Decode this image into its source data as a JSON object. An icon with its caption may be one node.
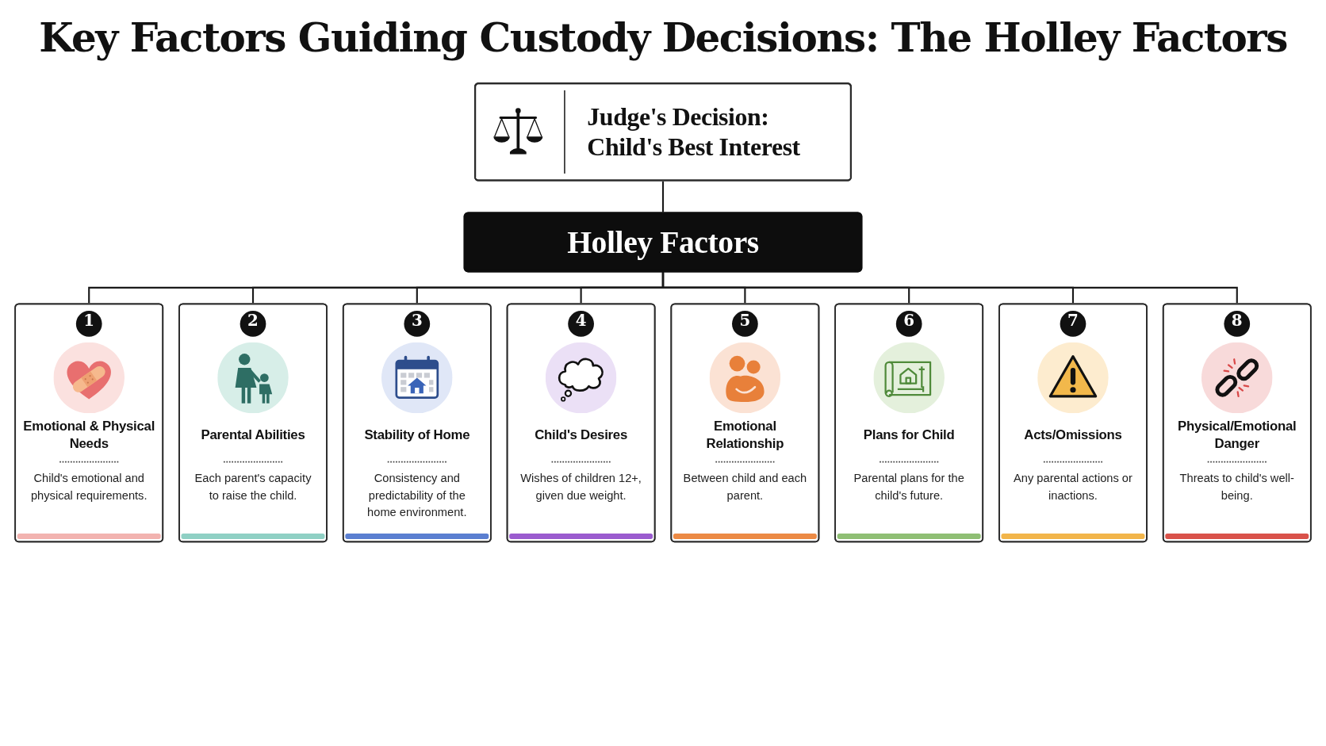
{
  "diagram": {
    "title": "Key Factors Guiding Custody Decisions: The Holley Factors",
    "nodes": [
      {
        "text": [
          "Judge's Decision: Child's Best Interest"
        ]
      },
      {
        "text": [
          "Holley Factors"
        ]
      },
      {
        "text": [
          "1",
          "Emotional & Physical Needs",
          "Child's emotional and physical requirements."
        ]
      },
      {
        "text": [
          "2",
          "Parental Abilities",
          "Each parent's capacity to raise the child."
        ]
      },
      {
        "text": [
          "3",
          "Stability of Home",
          "Consistency and predictability of the home environment."
        ]
      },
      {
        "text": [
          "4",
          "Child's Desires",
          "Wishes of children 12+, given due weight."
        ]
      },
      {
        "text": [
          "5",
          "Emotional Relationship",
          "Between child and each parent."
        ]
      },
      {
        "text": [
          "6",
          "Plans for Child",
          "Parental plans for the child's future."
        ]
      },
      {
        "text": [
          "7",
          "Acts/Omissions",
          "Any parental actions or inactions."
        ]
      },
      {
        "text": [
          "8",
          "Physical/Emotional Danger",
          "Threats to child's well-being."
        ]
      }
    ],
    "edges": [
      {
        "from": 0,
        "to": 1,
        "arrow": "none"
      },
      {
        "from": 1,
        "to": 2,
        "arrow": "none"
      },
      {
        "from": 1,
        "to": 3,
        "arrow": "none"
      },
      {
        "from": 1,
        "to": 4,
        "arrow": "none"
      },
      {
        "from": 1,
        "to": 5,
        "arrow": "none"
      },
      {
        "from": 1,
        "to": 6,
        "arrow": "none"
      },
      {
        "from": 1,
        "to": 7,
        "arrow": "none"
      },
      {
        "from": 1,
        "to": 8,
        "arrow": "none"
      },
      {
        "from": 1,
        "to": 9,
        "arrow": "none"
      }
    ]
  }
}
